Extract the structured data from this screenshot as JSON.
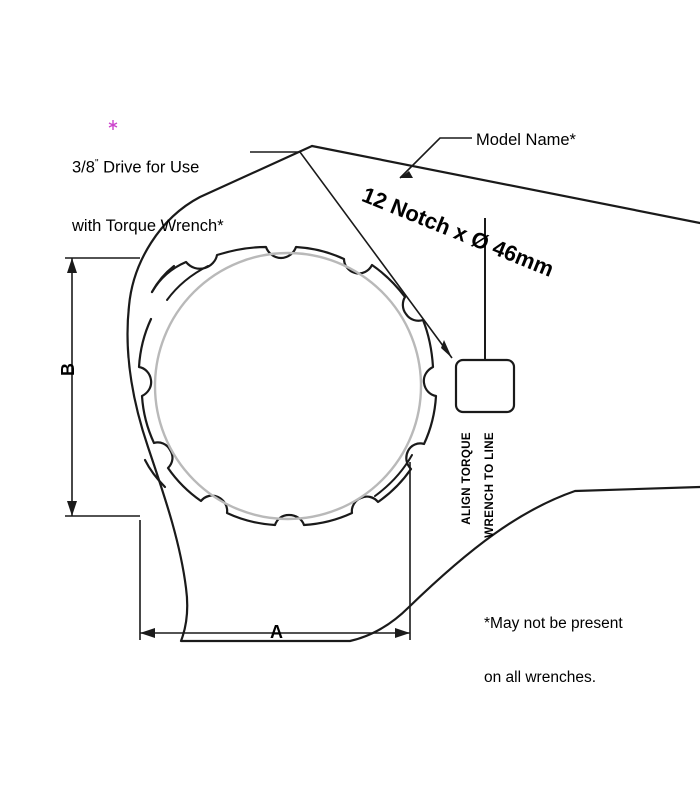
{
  "diagram": {
    "title": "Torque wrench socket adapter dimension drawing",
    "labels": {
      "drive_line1": "3/8",
      "drive_sup": "\"",
      "drive_line1_rest": " Drive for Use",
      "drive_line2": "with Torque Wrench*",
      "model_name": "Model Name*",
      "notch_text": "12 Notch x Ø 46mm",
      "align_line1": "ALIGN TORQUE",
      "align_line2": "WRENCH TO LINE",
      "note_line1": "*May not be present",
      "note_line2": "on all wrenches.",
      "dim_a": "A",
      "dim_b": "B"
    },
    "colors": {
      "stroke": "#1a1a1a",
      "inner_ring": "#b9b9b9",
      "background": "#ffffff",
      "accent_mark": "#cc44cc"
    },
    "specs": {
      "notch_count": "12",
      "bore_diameter": "Ø 46mm",
      "drive_size": "3/8\""
    }
  }
}
